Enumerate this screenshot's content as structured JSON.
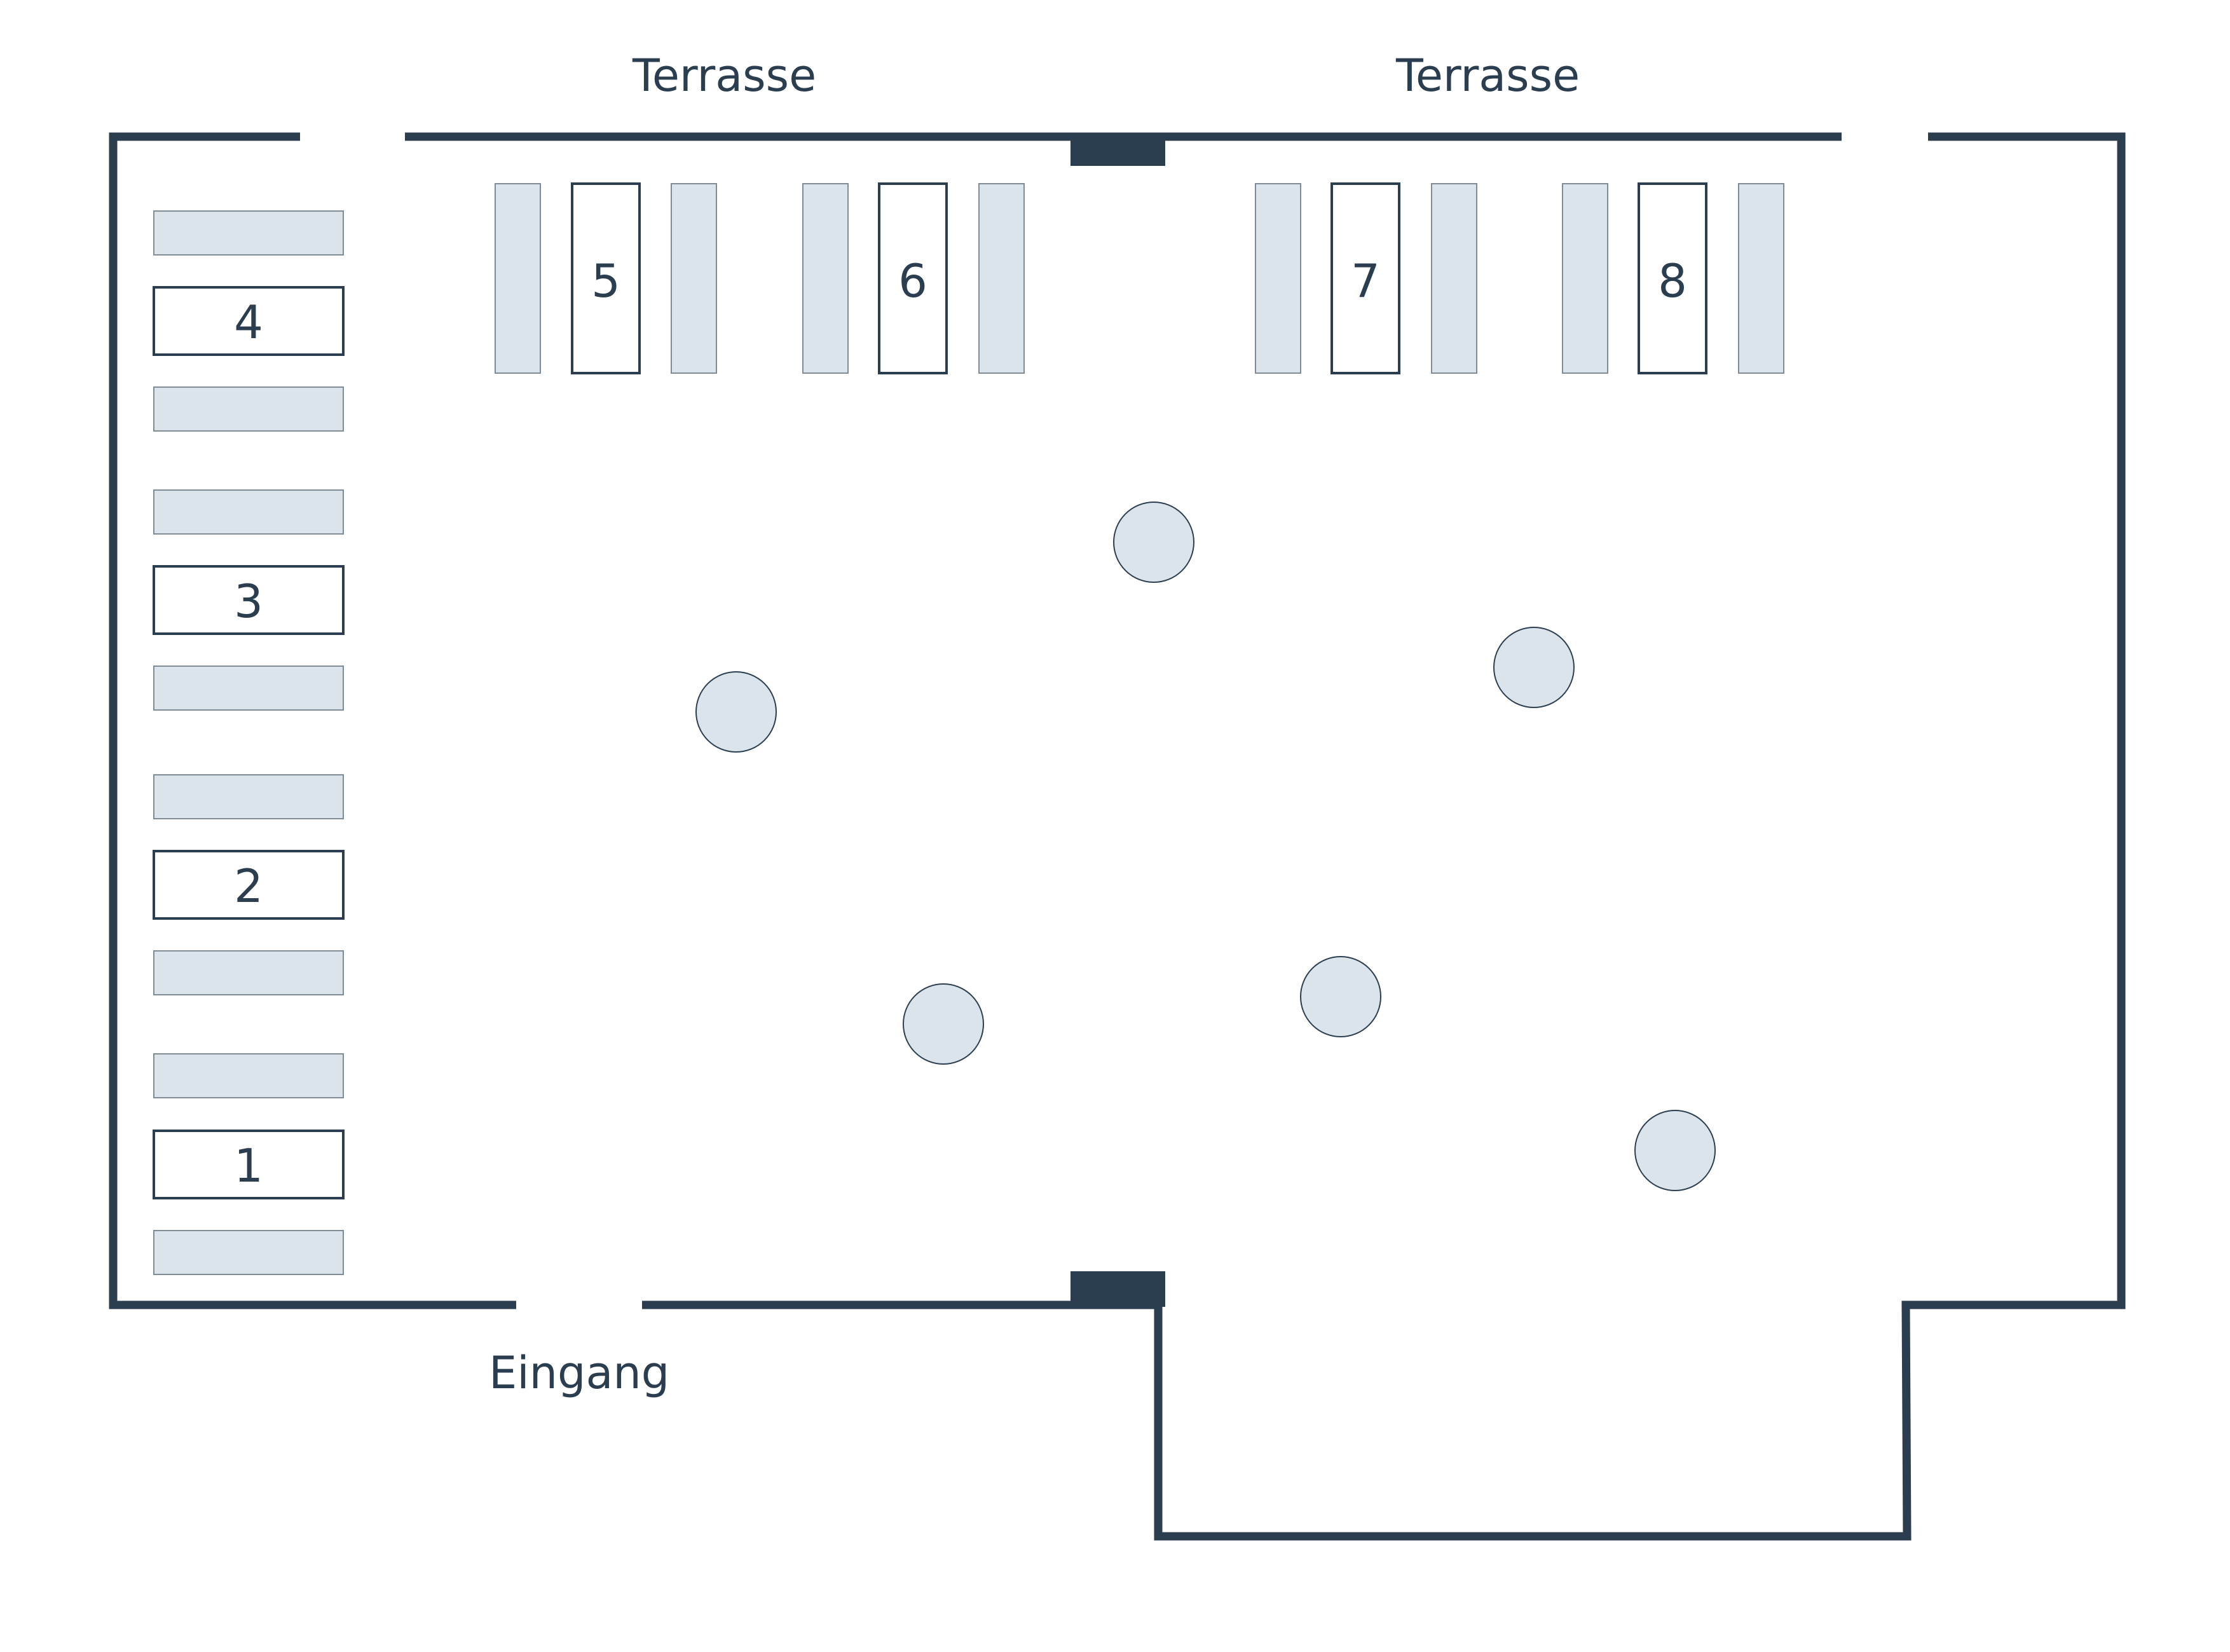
{
  "labels": {
    "terrace_left": "Terrasse",
    "terrace_right": "Terrasse",
    "entrance": "Eingang"
  },
  "tables": {
    "t1": "1",
    "t2": "2",
    "t3": "3",
    "t4": "4",
    "t5": "5",
    "t6": "6",
    "t7": "7",
    "t8": "8"
  },
  "colors": {
    "wall": "#2b3e50",
    "bench": "#dbe4ea"
  }
}
